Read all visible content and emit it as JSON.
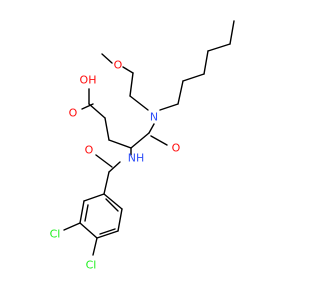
{
  "colors": {
    "bond": "#000000",
    "oxygen": "#ff0d0d",
    "nitrogen": "#3050f8",
    "chlorine": "#1ff01f",
    "background": "#ffffff"
  },
  "atoms": {
    "oh": "OH",
    "o_acid": "O",
    "o_methoxy": "O",
    "n_amide": "N",
    "o_amide": "O",
    "n_nh": "NH",
    "o_benzamide": "O",
    "cl_3": "Cl",
    "cl_4": "Cl"
  }
}
